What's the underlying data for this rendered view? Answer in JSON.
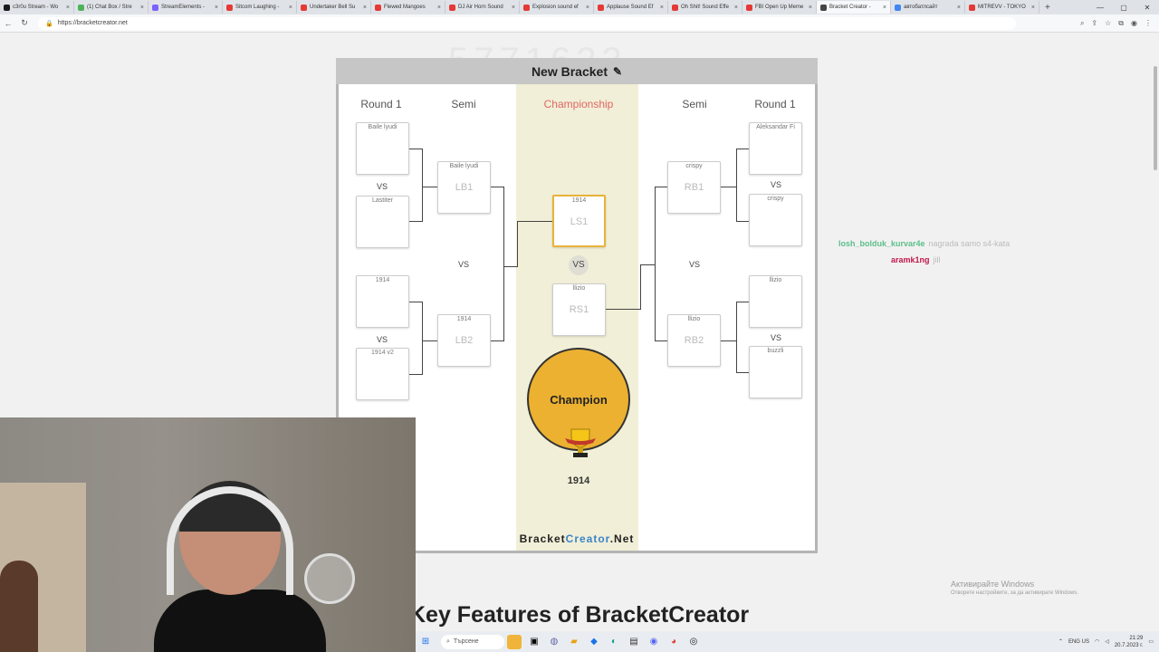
{
  "browser": {
    "tabs": [
      {
        "label": "c3r0u Stream - Wo",
        "color": "#1b1b1b"
      },
      {
        "label": "(1) Chat Box / Stre",
        "color": "#4db35a"
      },
      {
        "label": "StreamElements - ",
        "color": "#7b61ff"
      },
      {
        "label": "Sitcom Laughing - ",
        "color": "#e53935"
      },
      {
        "label": "Undertaker Bell Su",
        "color": "#e53935"
      },
      {
        "label": "Flewed Mangoes",
        "color": "#e53935"
      },
      {
        "label": "DJ Air Horn Sound",
        "color": "#e53935"
      },
      {
        "label": "Explosion sound ef",
        "color": "#e53935"
      },
      {
        "label": "Applause Sound Ef",
        "color": "#e53935"
      },
      {
        "label": "Oh Shit! Sound Effe",
        "color": "#e53935"
      },
      {
        "label": "FBI Open Up Meme",
        "color": "#e53935"
      },
      {
        "label": "Bracket Creator - ",
        "color": "#444444",
        "active": true
      },
      {
        "label": "автобатлсайт",
        "color": "#4285f4"
      },
      {
        "label": "MITREVV - TOKYO",
        "color": "#e53935"
      }
    ],
    "new_tab": "+",
    "url": "https://bracketcreator.net"
  },
  "watermark": "5771623",
  "bracket": {
    "title": "New Bracket",
    "columns": {
      "left_round1": "Round 1",
      "left_semi": "Semi",
      "championship": "Championship",
      "right_semi": "Semi",
      "right_round1": "Round 1"
    },
    "left_round1": [
      {
        "name": "Baile lyudi"
      },
      {
        "name": "Lastiter"
      },
      {
        "name": "1914"
      },
      {
        "name": "1914 v2"
      }
    ],
    "left_semi": [
      {
        "name": "Baile lyudi",
        "code": "LB1"
      },
      {
        "name": "1914",
        "code": "LB2"
      }
    ],
    "champ_left": {
      "name": "1914",
      "code": "LS1"
    },
    "champ_right": {
      "name": "llizio",
      "code": "RS1"
    },
    "right_semi": [
      {
        "name": "crispy",
        "code": "RB1"
      },
      {
        "name": "llizio",
        "code": "RB2"
      }
    ],
    "right_round1": [
      {
        "name": "Aleksandar Fi"
      },
      {
        "name": "crispy"
      },
      {
        "name": "llizio"
      },
      {
        "name": "buzzli"
      }
    ],
    "vs": "VS",
    "champion_label": "Champion",
    "winner": "1914",
    "brand": {
      "a": "Bracket",
      "b": "Creator",
      "c": ".Net"
    }
  },
  "chat": [
    {
      "user": "losh_bolduk_kurvar4e",
      "color": "#5bbf8a",
      "message": "nagrada samo s4-kata"
    },
    {
      "user": "aramk1ng",
      "color": "#c0174d",
      "message": "jill"
    }
  ],
  "features_heading": "Key Features of BracketCreator",
  "activate": {
    "title": "Активирайте Windows",
    "sub": "Отворете настройките, за да активирате Windows."
  },
  "taskbar": {
    "search": "Търсене",
    "lang": "ENG US",
    "time": "21:29",
    "date": "20.7.2023 г."
  }
}
